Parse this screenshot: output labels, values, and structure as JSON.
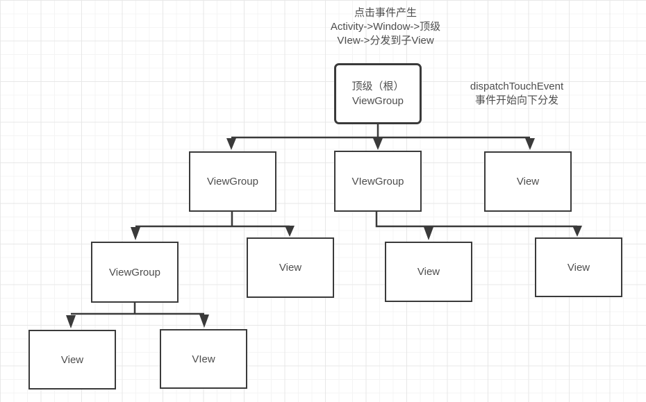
{
  "diagram": {
    "title_lines": [
      "点击事件产生",
      "Activity->Window->顶级",
      "VIew->分发到子View"
    ],
    "annotation_lines": [
      "dispatchTouchEvent",
      "事件开始向下分发"
    ],
    "nodes": {
      "root": {
        "line1": "顶级（根）",
        "line2": "ViewGroup"
      },
      "l1_viewgroup_left": {
        "label": "ViewGroup"
      },
      "l1_viewgroup_mid": {
        "label": "VIewGroup"
      },
      "l1_view_right": {
        "label": "View"
      },
      "l2_viewgroup": {
        "label": "ViewGroup"
      },
      "l2_view_a": {
        "label": "View"
      },
      "l2_view_b": {
        "label": "View"
      },
      "l2_view_c": {
        "label": "View"
      },
      "l3_view_a": {
        "label": "View"
      },
      "l3_view_b": {
        "label": "VIew"
      }
    },
    "colors": {
      "line": "#3a3a3a",
      "text": "#4d4d4d",
      "node_background": "#ffffff",
      "canvas_background": "#ffffff",
      "grid_minor": "#f4f4f4",
      "grid_major": "#e7e7e7"
    }
  }
}
